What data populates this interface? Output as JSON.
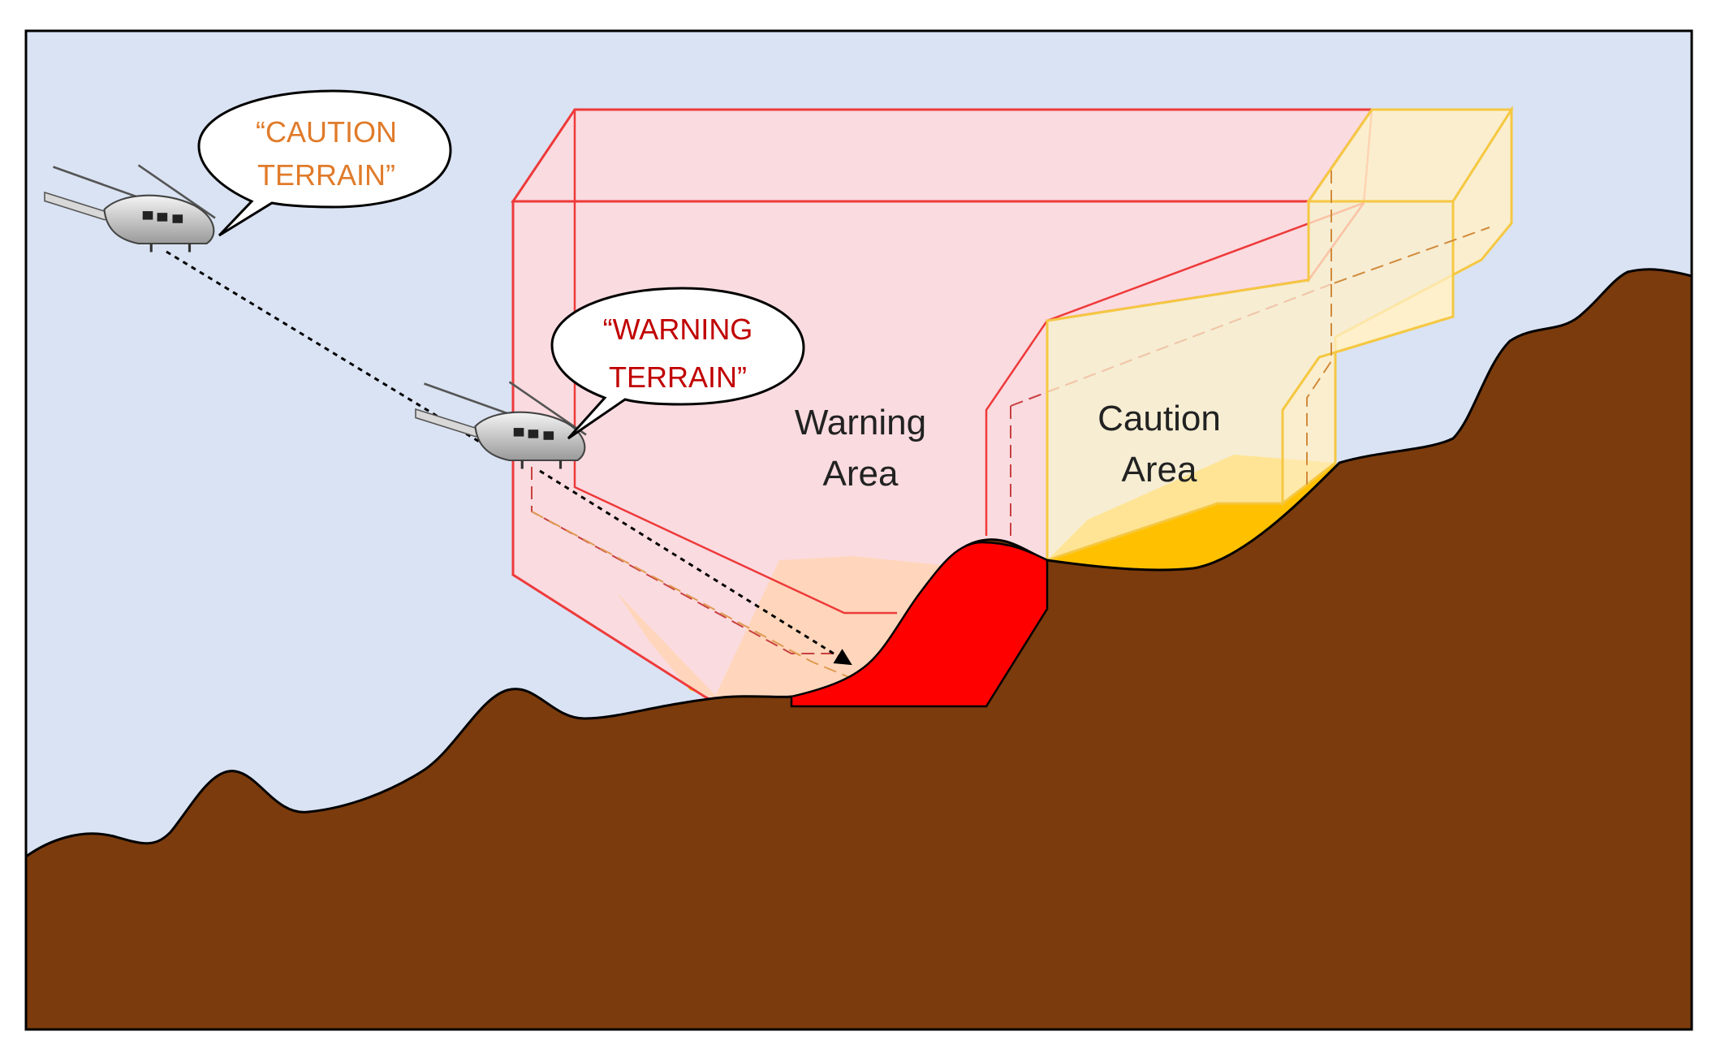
{
  "colors": {
    "sky": "#dae3f3",
    "terrain": "#7b3b0c",
    "warning_fill": "#ffd9dc",
    "warning_stroke": "#ee3a3a",
    "caution_fill": "#fff0c8",
    "caution_stroke": "#f5c842",
    "caution_ground": "#ffc000",
    "warning_ground": "#ff0000",
    "caution_text": "#e07b2a",
    "warning_text": "#c00000",
    "label_text": "#222222"
  },
  "callouts": {
    "caution": {
      "line1": "“CAUTION",
      "line2": "TERRAIN”"
    },
    "warning": {
      "line1": "“WARNING",
      "line2": "TERRAIN”"
    }
  },
  "areas": {
    "warning": {
      "line1": "Warning",
      "line2": "Area"
    },
    "caution": {
      "line1": "Caution",
      "line2": "Area"
    }
  },
  "icons": [
    "helicopter-icon",
    "helicopter-icon",
    "speech-bubble",
    "arrowhead"
  ]
}
